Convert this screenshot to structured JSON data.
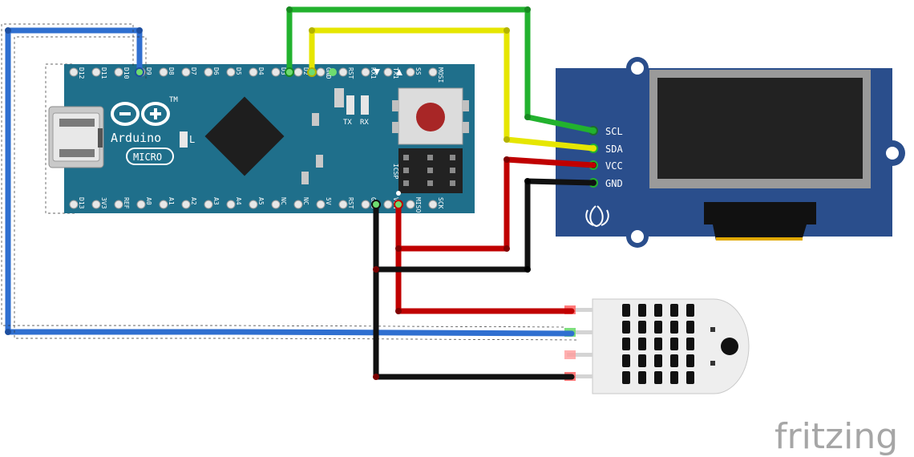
{
  "arduino": {
    "brand": "Arduino",
    "brand_suffix": "L",
    "model": "MICRO",
    "tm": "TM",
    "led_tx": "TX",
    "led_rx": "RX",
    "icsp": "ICSP",
    "top_pins": [
      "D12",
      "D11",
      "D10",
      "D9",
      "D8",
      "D7",
      "D6",
      "D5",
      "D4",
      "D3",
      "D2",
      "GND",
      "RST",
      "RX1",
      "TX1",
      "SS",
      "MOSI"
    ],
    "bottom_pins": [
      "D13",
      "3V3",
      "REF",
      "A0",
      "A1",
      "A2",
      "A3",
      "A4",
      "A5",
      "NC",
      "NC",
      "5V",
      "RST",
      "GND",
      "VIN",
      "MISO",
      "SCK"
    ]
  },
  "oled": {
    "pins": [
      "SCL",
      "SDA",
      "VCC",
      "GND"
    ]
  },
  "watermark": "fritzing",
  "colors": {
    "board": "#1f6f8b",
    "oled_board": "#2a4e8c",
    "wire_blue": "#2f6fd0",
    "wire_green": "#22b22e",
    "wire_yellow": "#e6e600",
    "wire_red": "#c00000",
    "wire_black": "#111111"
  }
}
